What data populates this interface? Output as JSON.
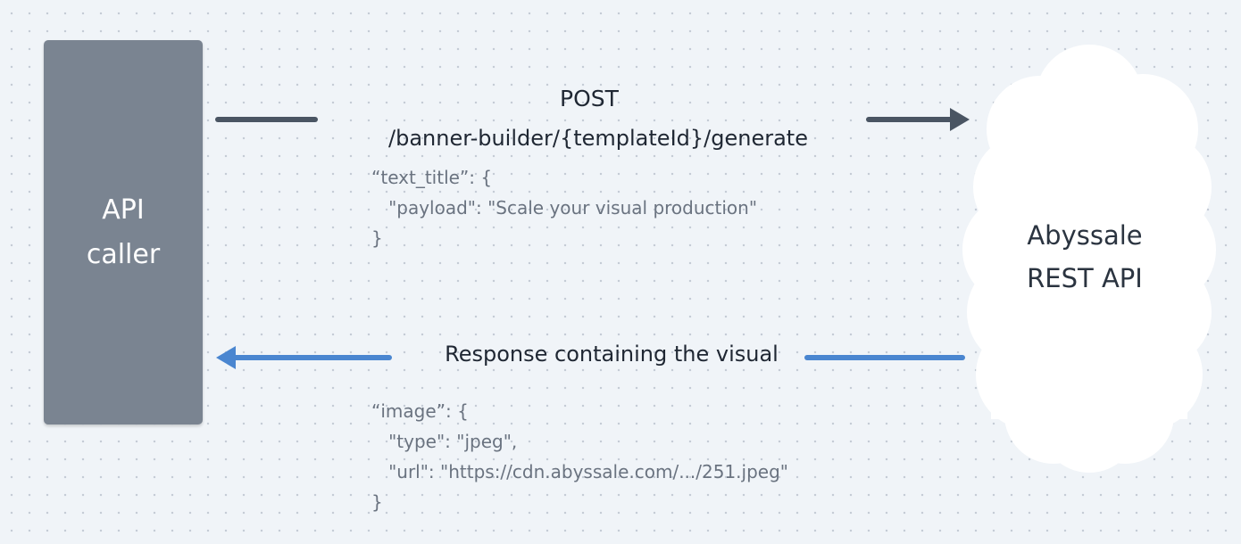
{
  "caller": {
    "line1": "API",
    "line2": "caller"
  },
  "server": {
    "line1": "Abyssale",
    "line2": "REST API"
  },
  "request": {
    "method": "POST",
    "path": "/banner-builder/{templateId}/generate",
    "body": "“text_title”: {\n   \"payload\": \"Scale your visual production\"\n}"
  },
  "response": {
    "label": "Response containing the visual",
    "body": "“image”: {\n   \"type\": \"jpeg\",\n   \"url\": \"https://cdn.abyssale.com/.../251.jpeg\"\n}"
  },
  "colors": {
    "request_arrow": "#4a5563",
    "response_arrow": "#4a86d0",
    "caller_box": "#7a8491",
    "background": "#f0f4f8"
  }
}
